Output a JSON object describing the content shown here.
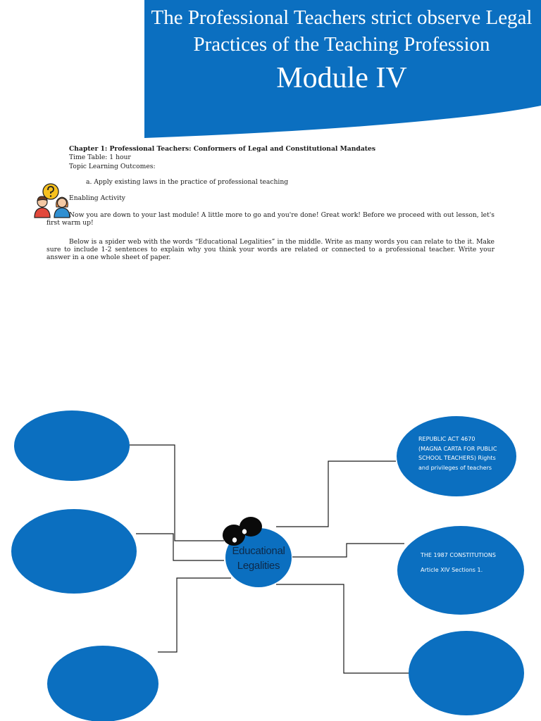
{
  "header": {
    "title": "The Professional Teachers strict observe Legal Practices of the Teaching Profession",
    "module": "Module IV",
    "background_color": "#0b6fc0"
  },
  "chapter": {
    "title": "Chapter 1: Professional Teachers: Conformers of Legal and Constitutional Mandates",
    "time_table": "Time Table: 1 hour",
    "outcomes_label": "Topic Learning Outcomes:",
    "outcomes": [
      "a.  Apply existing laws in the practice of professional teaching"
    ]
  },
  "activity": {
    "heading": "Enabling Activity",
    "icon": "two-people-question-icon",
    "paragraph1": "Now you are down to your last module! A little more to go and you're done! Great work! Before we proceed with out lesson, let's first warm up!",
    "paragraph2": "Below is a spider web with the words “Educational Legalities” in the middle. Write as many words you can relate to the it. Make sure to include 1-2 sentences to explain why you think your words are related or connected to a professional teacher. Write your answer in a one whole sheet of paper."
  },
  "spider_web": {
    "center_label": "Educational Legalities",
    "bubble_color": "#0b6fc0",
    "right_bubbles": [
      {
        "text": "REPUBLIC ACT 4670 (MAGNA CARTA FOR PUBLIC SCHOOL TEACHERS) Rights and privileges of teachers"
      },
      {
        "line1": "THE 1987 CONSTITUTIONS",
        "line2": "Article XIV Sections 1."
      }
    ]
  }
}
